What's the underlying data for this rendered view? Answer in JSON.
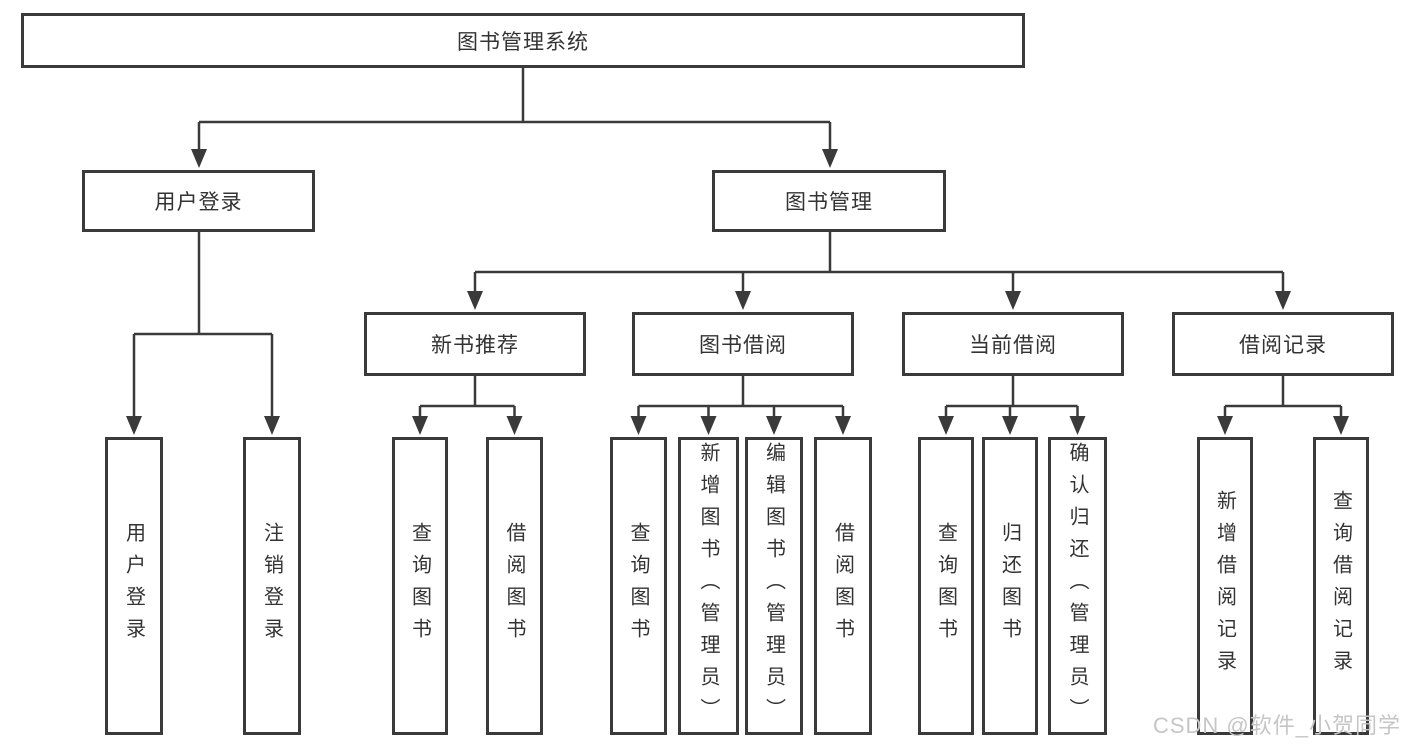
{
  "diagram": {
    "root": {
      "label": "图书管理系统"
    },
    "level2": [
      {
        "label": "用户登录"
      },
      {
        "label": "图书管理"
      }
    ],
    "level3": [
      {
        "label": "新书推荐"
      },
      {
        "label": "图书借阅"
      },
      {
        "label": "当前借阅"
      },
      {
        "label": "借阅记录"
      }
    ],
    "groups": [
      {
        "parent": "用户登录",
        "children": [
          "用户登录",
          "注销登录"
        ]
      },
      {
        "parent": "新书推荐",
        "children": [
          "查询图书",
          "借阅图书"
        ]
      },
      {
        "parent": "图书借阅",
        "children": [
          "查询图书",
          "新增图书（管理员）",
          "编辑图书（管理员）",
          "借阅图书"
        ]
      },
      {
        "parent": "当前借阅",
        "children": [
          "查询图书",
          "归还图书",
          "确认归还（管理员）"
        ]
      },
      {
        "parent": "借阅记录",
        "children": [
          "新增借阅记录",
          "查询借阅记录"
        ]
      }
    ]
  },
  "watermark": "CSDN @软件_小贺同学",
  "colors": {
    "line": "#3a3a3a",
    "text": "#333333",
    "watermark_gray": "#c6c6c6",
    "background": "#ffffff"
  }
}
